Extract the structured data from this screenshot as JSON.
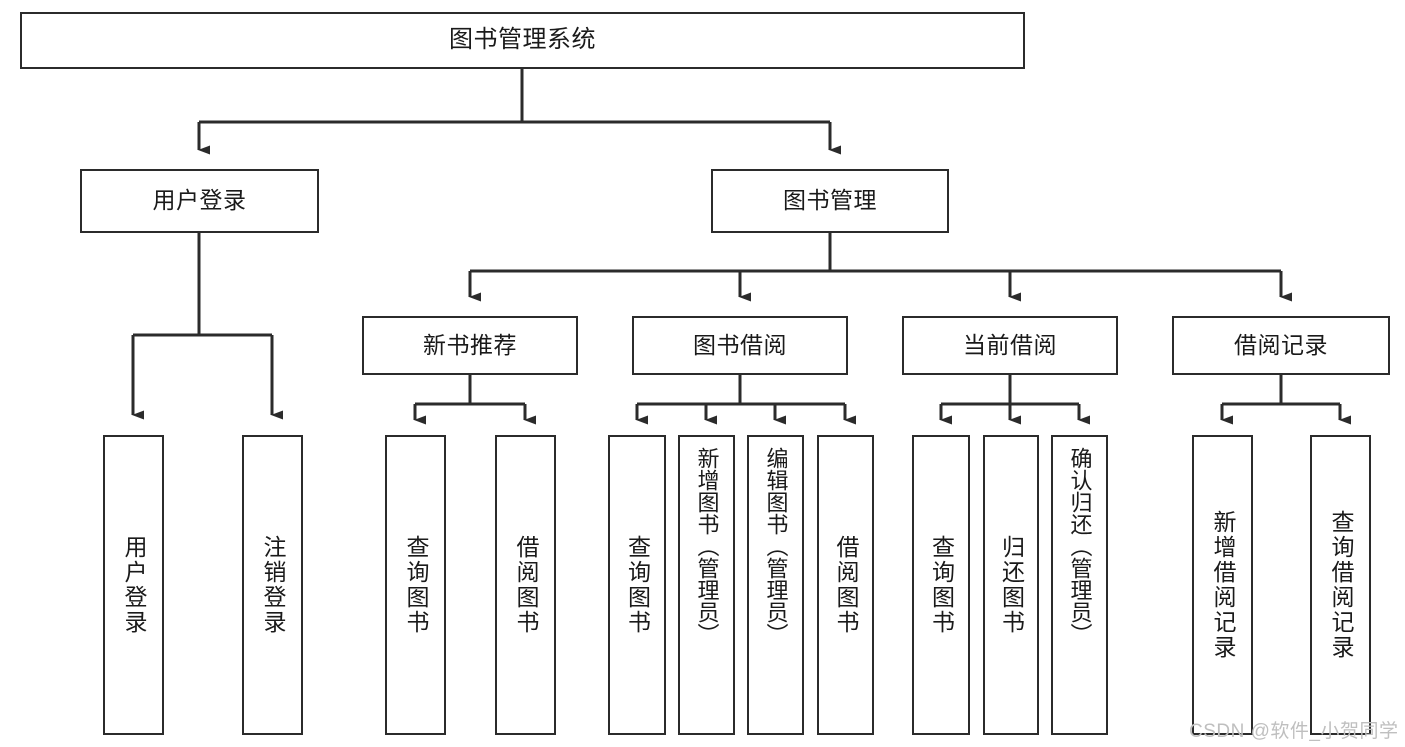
{
  "diagram": {
    "title": "图书管理系统",
    "type": "tree",
    "orientation": "top-down",
    "colors": {
      "box_border": "#2b2b2b",
      "box_fill": "#ffffff",
      "edge": "#2b2b2b",
      "text": "#1a1a1a",
      "watermark": "#bfbfbf",
      "background": "#ffffff"
    }
  },
  "watermark": {
    "text": "CSDN @软件_小贺同学"
  },
  "nodes": {
    "root": {
      "label": "图书管理系统"
    },
    "level2": [
      {
        "id": "user-login",
        "label": "用户登录"
      },
      {
        "id": "book-management",
        "label": "图书管理"
      }
    ],
    "level3": [
      {
        "id": "new-book-recommend",
        "label": "新书推荐"
      },
      {
        "id": "book-borrow",
        "label": "图书借阅"
      },
      {
        "id": "current-borrow",
        "label": "当前借阅"
      },
      {
        "id": "borrow-record",
        "label": "借阅记录"
      }
    ],
    "leaves": {
      "user-login": [
        {
          "id": "leaf-user-login",
          "label": "用户登录"
        },
        {
          "id": "leaf-logout",
          "label": "注销登录"
        }
      ],
      "new-book-recommend": [
        {
          "id": "leaf-query-book-1",
          "label": "查询图书"
        },
        {
          "id": "leaf-borrow-book-1",
          "label": "借阅图书"
        }
      ],
      "book-borrow": [
        {
          "id": "leaf-query-book-2",
          "label": "查询图书"
        },
        {
          "id": "leaf-add-book",
          "label": "新增图书（管理员）"
        },
        {
          "id": "leaf-edit-book",
          "label": "编辑图书（管理员）"
        },
        {
          "id": "leaf-borrow-book-2",
          "label": "借阅图书"
        }
      ],
      "current-borrow": [
        {
          "id": "leaf-query-book-3",
          "label": "查询图书"
        },
        {
          "id": "leaf-return-book",
          "label": "归还图书"
        },
        {
          "id": "leaf-confirm-return",
          "label": "确认归还（管理员）"
        }
      ],
      "borrow-record": [
        {
          "id": "leaf-add-record",
          "label": "新增借阅记录"
        },
        {
          "id": "leaf-query-record",
          "label": "查询借阅记录"
        }
      ]
    }
  },
  "edges": [
    {
      "from": "图书管理系统",
      "to": "用户登录"
    },
    {
      "from": "图书管理系统",
      "to": "图书管理"
    },
    {
      "from": "用户登录",
      "to": "用户登录"
    },
    {
      "from": "用户登录",
      "to": "注销登录"
    },
    {
      "from": "图书管理",
      "to": "新书推荐"
    },
    {
      "from": "图书管理",
      "to": "图书借阅"
    },
    {
      "from": "图书管理",
      "to": "当前借阅"
    },
    {
      "from": "图书管理",
      "to": "借阅记录"
    },
    {
      "from": "新书推荐",
      "to": "查询图书"
    },
    {
      "from": "新书推荐",
      "to": "借阅图书"
    },
    {
      "from": "图书借阅",
      "to": "查询图书"
    },
    {
      "from": "图书借阅",
      "to": "新增图书（管理员）"
    },
    {
      "from": "图书借阅",
      "to": "编辑图书（管理员）"
    },
    {
      "from": "图书借阅",
      "to": "借阅图书"
    },
    {
      "from": "当前借阅",
      "to": "查询图书"
    },
    {
      "from": "当前借阅",
      "to": "归还图书"
    },
    {
      "from": "当前借阅",
      "to": "确认归还（管理员）"
    },
    {
      "from": "借阅记录",
      "to": "新增借阅记录"
    },
    {
      "from": "借阅记录",
      "to": "查询借阅记录"
    }
  ]
}
